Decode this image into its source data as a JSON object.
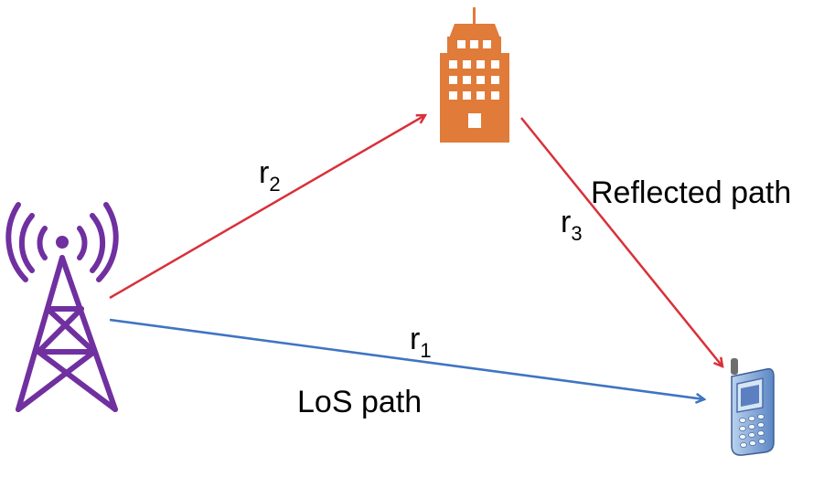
{
  "labels": {
    "r1": {
      "base": "r",
      "sub": "1"
    },
    "r2": {
      "base": "r",
      "sub": "2"
    },
    "r3": {
      "base": "r",
      "sub": "3"
    },
    "los_path": "LoS path",
    "reflected_path": "Reflected path"
  },
  "colors": {
    "tower": "#7030A0",
    "building": "#E07B39",
    "building_window": "#FFFFFF",
    "reflected_arrow": "#D9303A",
    "los_arrow": "#3F74C2",
    "phone_body": "#7FA8D8",
    "phone_screen": "#5B7FC0"
  },
  "icons": [
    "tower-icon",
    "building-icon",
    "phone-icon"
  ]
}
